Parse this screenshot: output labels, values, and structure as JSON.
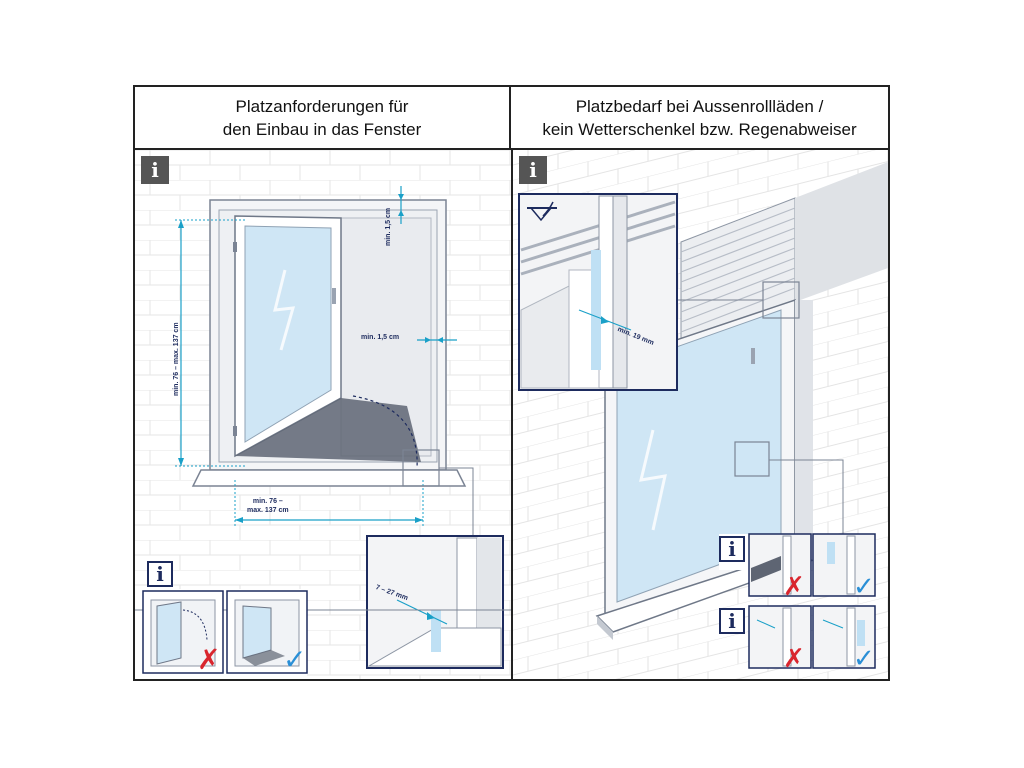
{
  "header_left": {
    "line1": "Platzanforderungen für",
    "line2": "den Einbau in das Fenster"
  },
  "header_right": {
    "line1": "Platzbedarf bei Aussenrollläden /",
    "line2": "kein Wetterschenkel bzw. Regenabweiser"
  },
  "info_glyph": "i",
  "left_panel": {
    "dim_top_gap": "min. 1,5 cm",
    "dim_side_gap": "min. 1,5 cm",
    "dim_height": "min. 76 – max. 137 cm",
    "dim_width_line1": "min. 76 –",
    "dim_width_line2": "max. 137 cm",
    "detail_gap": "7 – 27 mm"
  },
  "right_panel": {
    "detail_gap": "min. 19 mm"
  },
  "marks": {
    "wrong": "✗",
    "right": "✓"
  },
  "colors": {
    "line_dark": "#1d2b5e",
    "dimension": "#1aa0c8",
    "glass": "#cfe6f5",
    "wrong_mark": "#d9262e",
    "right_mark": "#2a8fd6"
  }
}
